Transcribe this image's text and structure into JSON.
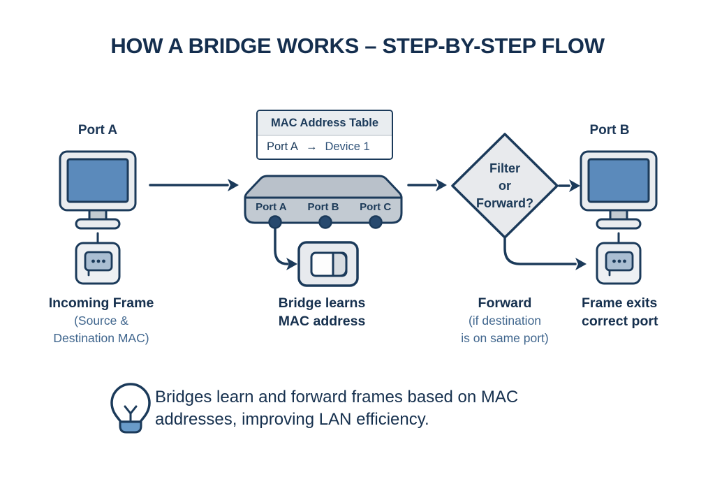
{
  "title": "HOW A BRIDGE WORKS – STEP-BY-STEP FLOW",
  "colors": {
    "navy_stroke": "#1b3a5a",
    "text_dark": "#16304e",
    "text_steel": "#3f658d",
    "screen_blue": "#5b8abb",
    "panel_gray": "#e9edf0",
    "bridge_gray": "#bcc4cc",
    "bubble_fill": "#aabed2",
    "bulb_base_blue": "#699bc9"
  },
  "icons": {
    "left_device": "monitor-icon",
    "right_device": "monitor-icon",
    "frame": "frame-icon",
    "bridge": "bridge-device-icon",
    "decision": "diamond-shape",
    "note": "lightbulb-icon"
  },
  "devices": {
    "left": {
      "port_label": "Port A"
    },
    "right": {
      "port_label": "Port B"
    }
  },
  "mac_table": {
    "header": "MAC Address Table",
    "entry_port": "Port A",
    "entry_arrow": "→",
    "entry_device": "Device 1"
  },
  "bridge": {
    "ports": [
      "Port A",
      "Port B",
      "Port C"
    ]
  },
  "decision": {
    "lines": [
      "Filter",
      "or",
      "Forward?"
    ]
  },
  "captions": {
    "incoming": {
      "title": "Incoming Frame",
      "sub": [
        "(Source &",
        "Destination MAC)"
      ]
    },
    "learn": {
      "lines": [
        "Bridge learns",
        "MAC address"
      ]
    },
    "forward": {
      "title": "Forward",
      "sub": [
        "(if destination",
        "is on same port)"
      ]
    },
    "exit": {
      "lines": [
        "Frame exits",
        "correct port"
      ]
    }
  },
  "note": {
    "lines": [
      "Bridges learn and forward frames based on MAC",
      "addresses, improving LAN efficiency."
    ]
  }
}
